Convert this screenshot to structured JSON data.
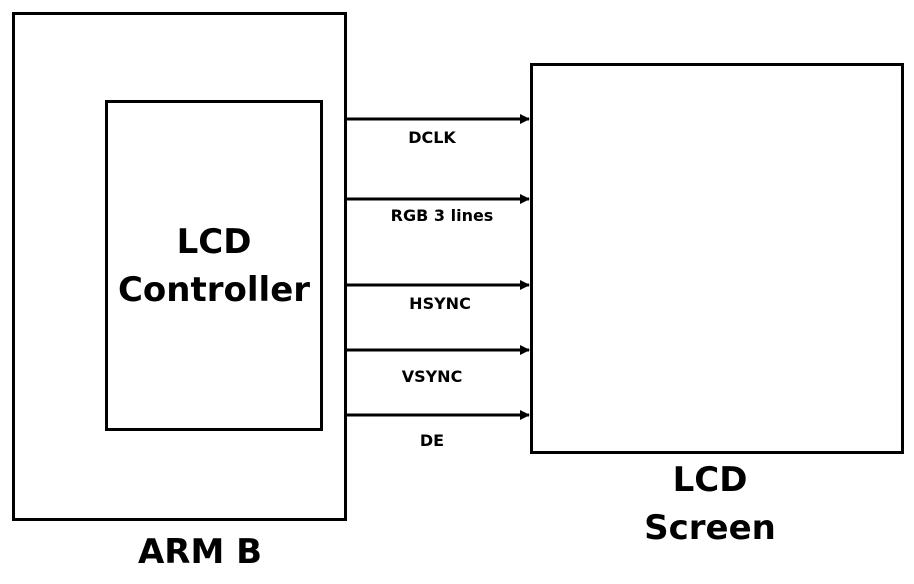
{
  "arm_block": {
    "label": "ARM B"
  },
  "controller_block": {
    "label_line1": "LCD",
    "label_line2": "Controller"
  },
  "screen_block": {
    "label_line1": "LCD",
    "label_line2": "Screen"
  },
  "signals": [
    {
      "name": "DCLK"
    },
    {
      "name": "RGB 3 lines"
    },
    {
      "name": "HSYNC"
    },
    {
      "name": "VSYNC"
    },
    {
      "name": "DE"
    }
  ]
}
